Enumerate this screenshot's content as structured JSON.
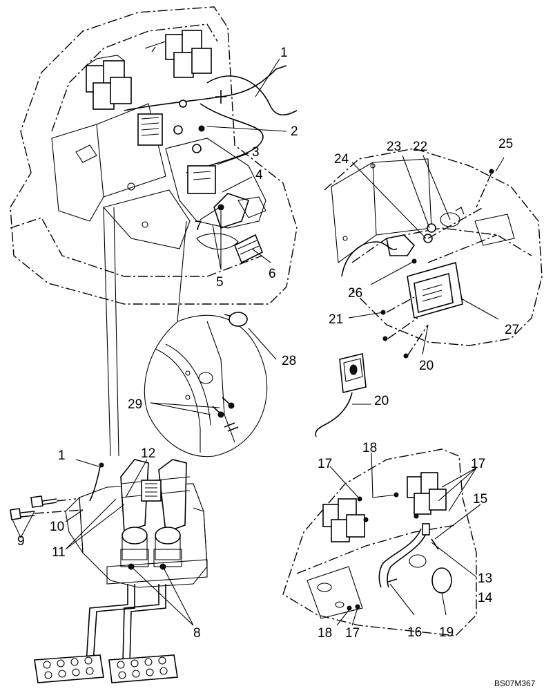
{
  "drawing_code": "BS07M367",
  "callouts": {
    "c1a": "1",
    "c2": "2",
    "c3": "3",
    "c4": "4",
    "c5": "5",
    "c6": "6",
    "c7": "7",
    "c25": "25",
    "c23": "23",
    "c22": "22",
    "c24": "24",
    "c26": "26",
    "c21": "21",
    "c27": "27",
    "c20a": "20",
    "c20b": "20",
    "c28": "28",
    "c29": "29",
    "c1b": "1",
    "c12": "12",
    "c10": "10",
    "c11": "11",
    "c9": "9",
    "c8": "8",
    "c18a": "18",
    "c17a": "17",
    "c17b": "17",
    "c15": "15",
    "c13": "13",
    "c14": "14",
    "c19": "19",
    "c16": "16",
    "c17c": "17",
    "c18b": "18"
  }
}
